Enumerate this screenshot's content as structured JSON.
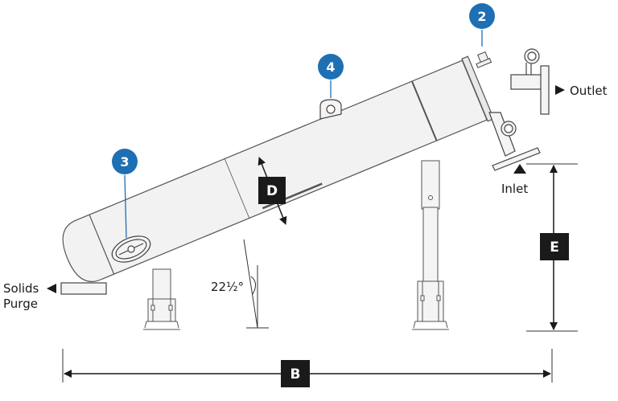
{
  "callouts": {
    "c2": "2",
    "c3": "3",
    "c4": "4"
  },
  "dimensions": {
    "d": "D",
    "e": "E",
    "b": "B"
  },
  "labels": {
    "outlet": "Outlet",
    "inlet": "Inlet",
    "solids_line1": "Solids",
    "solids_line2": "Purge",
    "angle": "22½°"
  },
  "colors": {
    "callout": "#1e6fb3",
    "dim_box": "#1a1a1a",
    "line": "#444444"
  }
}
